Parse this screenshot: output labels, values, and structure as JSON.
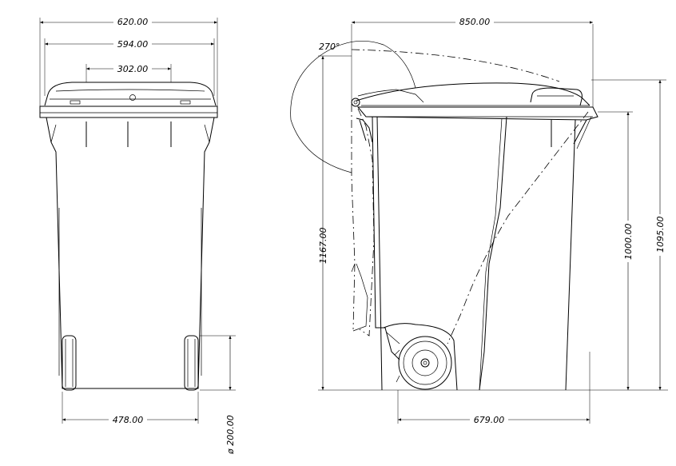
{
  "front_view": {
    "overall_width": "620.00",
    "inner_width": "594.00",
    "handle_span": "302.00",
    "wheel_track": "478.00",
    "wheel_diameter": "ø 200.00"
  },
  "side_view": {
    "overall_depth": "850.00",
    "wheel_to_front": "679.00",
    "overall_height_open": "1167.00",
    "rim_height": "1000.00",
    "lid_height": "1095.00",
    "lid_opening_angle": "270°"
  },
  "colors": {
    "line": "#000000",
    "background": "#ffffff"
  }
}
